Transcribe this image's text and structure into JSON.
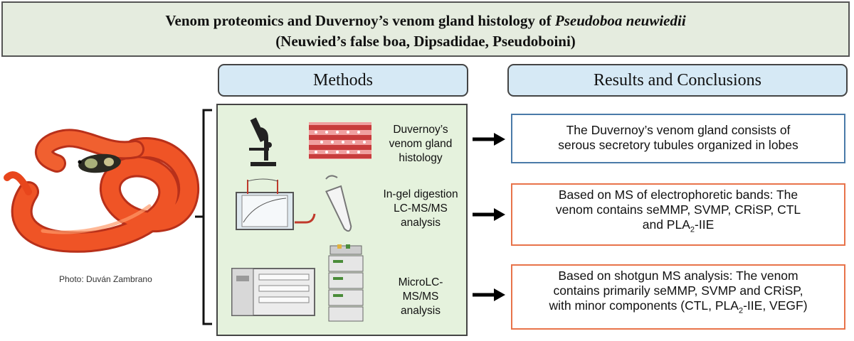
{
  "title": {
    "line1_prefix": "Venom proteomics and Duvernoy’s venom gland histology of ",
    "line1_species": "Pseudoboa neuwiedii",
    "line2": "(Neuwied’s false boa, Dipsadidae, Pseudoboini)"
  },
  "headers": {
    "methods": "Methods",
    "results": "Results and Conclusions"
  },
  "photo_credit": "Photo: Duván Zambrano",
  "methods": [
    {
      "lines": [
        "Duvernoy’s",
        "venom gland",
        "histology"
      ],
      "icons": [
        "microscope-icon",
        "tissue-section-icon"
      ]
    },
    {
      "lines": [
        "In-gel digestion",
        "LC-MS/MS",
        "analysis"
      ],
      "icons": [
        "electrophoresis-tank-icon",
        "microcentrifuge-tube-icon"
      ]
    },
    {
      "lines": [
        "MicroLC-",
        "MS/MS",
        "analysis"
      ],
      "icons": [
        "mass-spectrometer-icon",
        "lc-stack-icon"
      ]
    }
  ],
  "results": [
    {
      "lines": [
        "The Duvernoy’s venom gland consists of",
        "serous secretory tubules organized in lobes"
      ],
      "border": "#4a7aa8"
    },
    {
      "lines": [
        "Based on MS of electrophoretic bands: The",
        "venom contains seMMP, SVMP, CRiSP, CTL",
        "and PLA{2}-IIE"
      ],
      "border": "#e8734a"
    },
    {
      "lines": [
        "Based on shotgun MS analysis: The venom",
        "contains primarily seMMP, SVMP and CRiSP,",
        "with minor components (CTL, PLA{2}-IIE, VEGF)"
      ],
      "border": "#e8734a"
    }
  ],
  "colors": {
    "title_bg": "#e5ecdf",
    "header_bg": "#d6e9f5",
    "methods_bg": "#e5f2dd",
    "snake": "#ee4a1e"
  }
}
